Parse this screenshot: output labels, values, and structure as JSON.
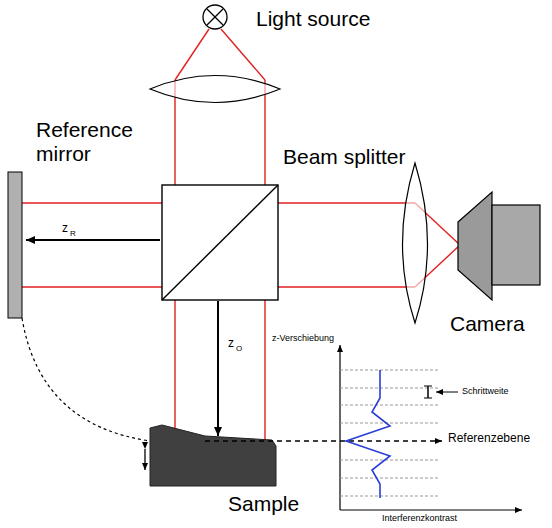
{
  "diagram": {
    "labels": [
      "Light source",
      "Reference mirror",
      "Beam splitter",
      "Camera",
      "z",
      "R",
      "z",
      "O",
      "Sample",
      "z-Verschiebung",
      "Schrittweite",
      "Referenzebene",
      "Interferenzkontrast"
    ]
  }
}
